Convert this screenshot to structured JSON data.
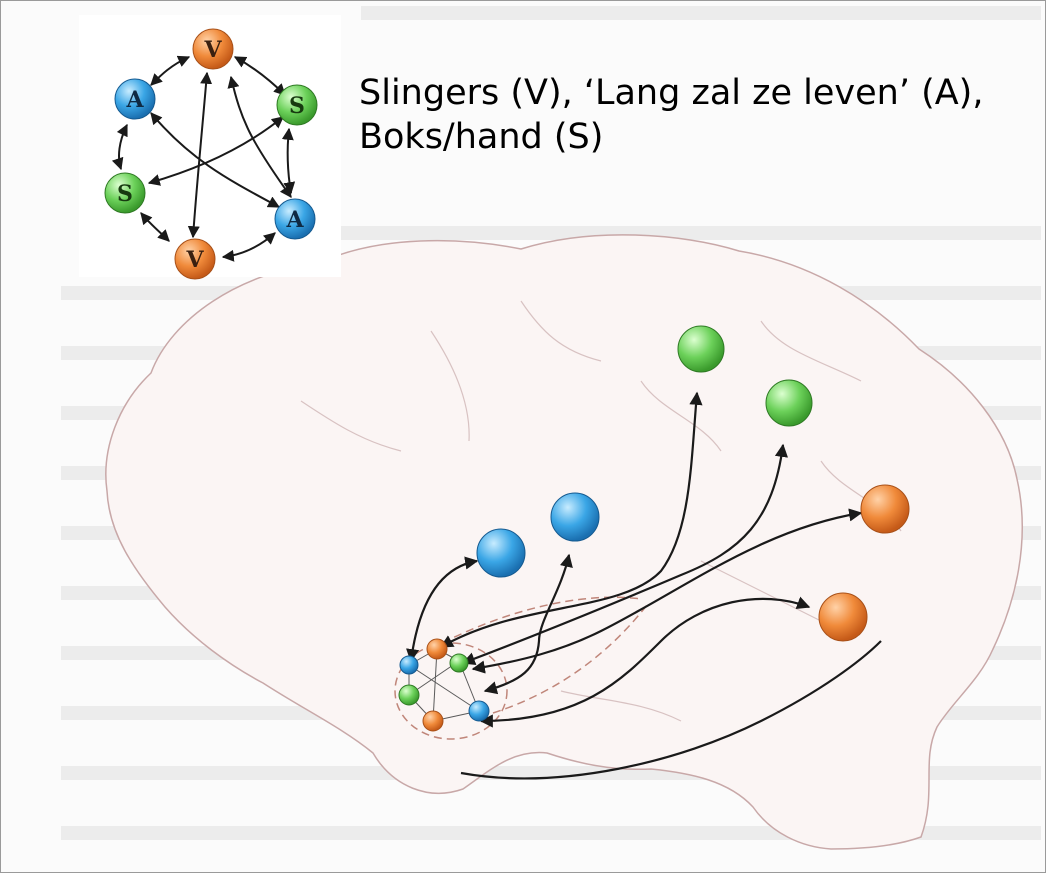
{
  "caption": {
    "line1": "Slingers (V), ‘Lang zal ze leven’ (A),",
    "line2": "Boks/hand (S)"
  },
  "network_nodes": [
    {
      "id": "v_top",
      "letter": "V",
      "category": "V"
    },
    {
      "id": "a_left",
      "letter": "A",
      "category": "A"
    },
    {
      "id": "s_right",
      "letter": "S",
      "category": "S"
    },
    {
      "id": "s_left",
      "letter": "S",
      "category": "S"
    },
    {
      "id": "a_right",
      "letter": "A",
      "category": "A"
    },
    {
      "id": "v_bottom",
      "letter": "V",
      "category": "V"
    }
  ],
  "colors": {
    "V": "#f08a3a",
    "A": "#3aa6e6",
    "S": "#6cd15a",
    "arrow": "#1a1a1a",
    "brain_outline": "#c8a8a8",
    "dashed": "#c0867a"
  }
}
